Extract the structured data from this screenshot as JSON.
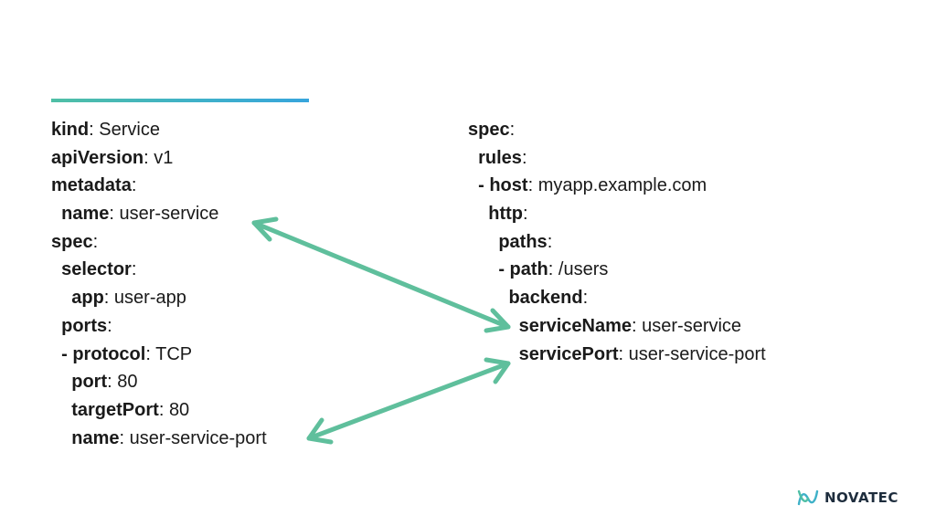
{
  "slide": {
    "accent_color": "#4fbfa5",
    "arrow_color": "#5fbf9c"
  },
  "left_yaml": [
    {
      "indent": "",
      "key": "kind",
      "sep": ": ",
      "value": "Service"
    },
    {
      "indent": "",
      "key": "apiVersion",
      "sep": ": ",
      "value": "v1"
    },
    {
      "indent": "",
      "key": "metadata",
      "sep": ":",
      "value": ""
    },
    {
      "indent": "  ",
      "key": "name",
      "sep": ": ",
      "value": "user-service"
    },
    {
      "indent": "",
      "key": "spec",
      "sep": ":",
      "value": ""
    },
    {
      "indent": "  ",
      "key": "selector",
      "sep": ":",
      "value": ""
    },
    {
      "indent": "    ",
      "key": "app",
      "sep": ": ",
      "value": "user-app"
    },
    {
      "indent": "  ",
      "key": "ports",
      "sep": ":",
      "value": ""
    },
    {
      "indent": "  ",
      "key": "- protocol",
      "sep": ": ",
      "value": "TCP"
    },
    {
      "indent": "    ",
      "key": "port",
      "sep": ": ",
      "value": "80"
    },
    {
      "indent": "    ",
      "key": "targetPort",
      "sep": ": ",
      "value": "80"
    },
    {
      "indent": "    ",
      "key": "name",
      "sep": ": ",
      "value": "user-service-port"
    }
  ],
  "right_yaml": [
    {
      "indent": "",
      "key": "spec",
      "sep": ":",
      "value": ""
    },
    {
      "indent": "  ",
      "key": "rules",
      "sep": ":",
      "value": ""
    },
    {
      "indent": "  ",
      "key": "- host",
      "sep": ": ",
      "value": "myapp.example.com"
    },
    {
      "indent": "    ",
      "key": "http",
      "sep": ":",
      "value": ""
    },
    {
      "indent": "      ",
      "key": "paths",
      "sep": ":",
      "value": ""
    },
    {
      "indent": "      ",
      "key": "- path",
      "sep": ": ",
      "value": "/users"
    },
    {
      "indent": "        ",
      "key": "backend",
      "sep": ":",
      "value": ""
    },
    {
      "indent": "          ",
      "key": "serviceName",
      "sep": ": ",
      "value": "user-service"
    },
    {
      "indent": "          ",
      "key": "servicePort",
      "sep": ": ",
      "value": "user-service-port"
    }
  ],
  "logo": {
    "text": "NOVATEC",
    "icon": "novatec-logo-icon"
  }
}
